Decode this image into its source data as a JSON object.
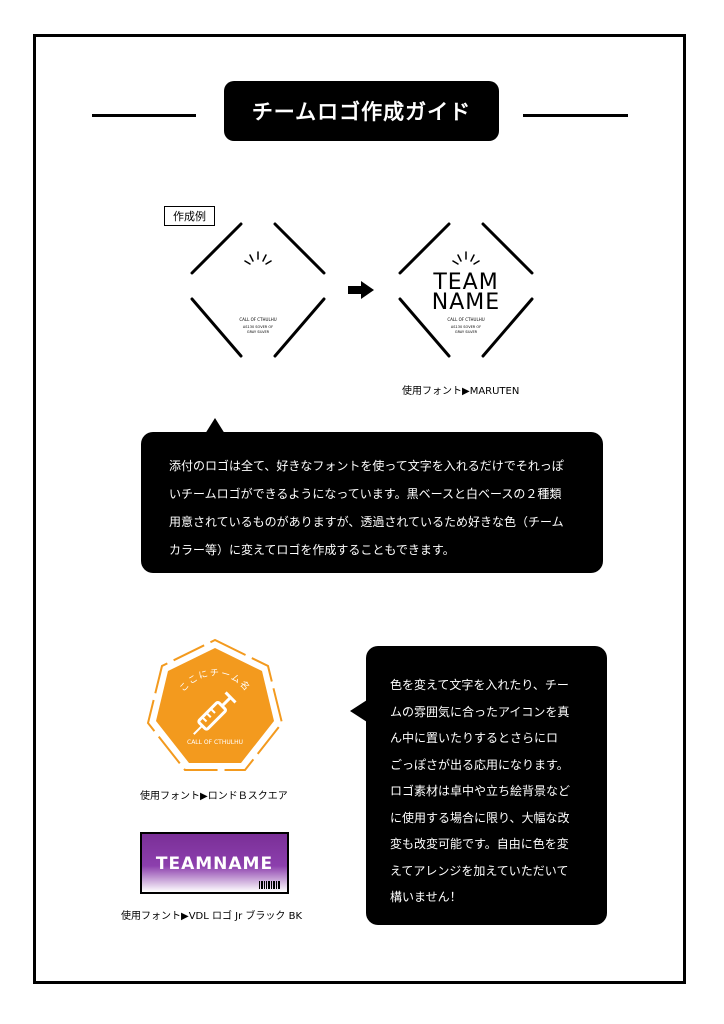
{
  "header": {
    "title": "チームロゴ作成ガイド"
  },
  "example": {
    "tag": "作成例",
    "arrow_icon": "right-arrow-icon",
    "logo_small_text_1": "CALL OF CTHULHU",
    "logo_small_text_2": "AS130 SOVER OF",
    "logo_small_text_3": "GRAY SILVER",
    "team_line1": "TEAM",
    "team_line2": "NAME",
    "font_caption": "使用フォント▶MARUTEN"
  },
  "bubble1": {
    "lines": [
      "添付のロゴは全て、好きなフォントを使って文字を入れるだけでそれっぽ",
      "いチームロゴができるようになっています。黒ベースと白ベースの２種類",
      "用意されているものがありますが、透過されているため好きな色（チーム",
      "カラー等）に変えてロゴを作成することもできます。"
    ]
  },
  "orange_logo": {
    "arc_text": "ここにチーム名",
    "bottom_text": "CALL OF CTHULHU",
    "icon": "syringe-icon",
    "color": "#f39a1e",
    "font_caption": "使用フォント▶ロンドＢスクエア"
  },
  "purple_logo": {
    "name": "TEAMNAME",
    "color": "#7a2f97",
    "font_caption": "使用フォント▶VDL ロゴ Jr ブラック BK"
  },
  "bubble2": {
    "lines": [
      "色を変えて文字を入れたり、チー",
      "ムの雰囲気に合ったアイコンを真",
      "ん中に置いたりするとさらにロ",
      "ごっぽさが出る応用になります。",
      "ロゴ素材は卓中や立ち絵背景など",
      "に使用する場合に限り、大幅な改",
      "変も改変可能です。自由に色を変",
      "えてアレンジを加えていただいて",
      "構いません！"
    ]
  }
}
